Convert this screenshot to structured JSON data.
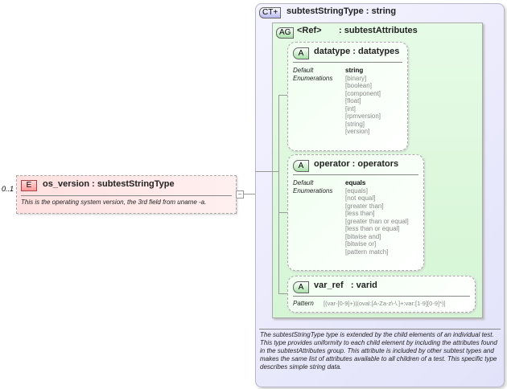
{
  "element": {
    "cardinality": "0..1",
    "badge": "E",
    "title": "os_version : subtestStringType",
    "doc": "This is the operating system version, the 3rd field from uname -a.",
    "collapse": "−"
  },
  "complex_type": {
    "badge": "CT+",
    "title": "subtestStringType : string",
    "attribute_group": {
      "badge": "AG",
      "ref": "<Ref>",
      "name": ": subtestAttributes"
    },
    "attributes": [
      {
        "badge": "A",
        "title": "datatype : datatypes",
        "default_label": "Default",
        "enum_label": "Enumerations",
        "default": "string",
        "enumerations": [
          "[binary]",
          "[boolean]",
          "[component]",
          "[float]",
          "[int]",
          "[rpmversion]",
          "[string]",
          "[version]"
        ]
      },
      {
        "badge": "A",
        "title": "operator : operators",
        "default_label": "Default",
        "enum_label": "Enumerations",
        "default": "equals",
        "enumerations": [
          "[equals]",
          "[not equal]",
          "[greater than]",
          "[less than]",
          "[greater than or equal]",
          "[less than or equal]",
          "[bitwise and]",
          "[bitwise or]",
          "[pattern match]"
        ]
      },
      {
        "badge": "A",
        "title": "var_ref   : varid",
        "pattern_label": "Pattern",
        "pattern": "[(var-[0-9]+)|(oval:[A-Za-z\\-\\.]+:var:[1-9][0-9]*)]"
      }
    ],
    "doc": "The subtestStringType type is extended by the child elements of an individual test.  This type provides uniformity to each child element by including the attributes found in the subtestAttributes group.  This attribute is included by other subtest types and makes the same list of attributes available to all children of a test.  This specific type describes simple string data."
  }
}
